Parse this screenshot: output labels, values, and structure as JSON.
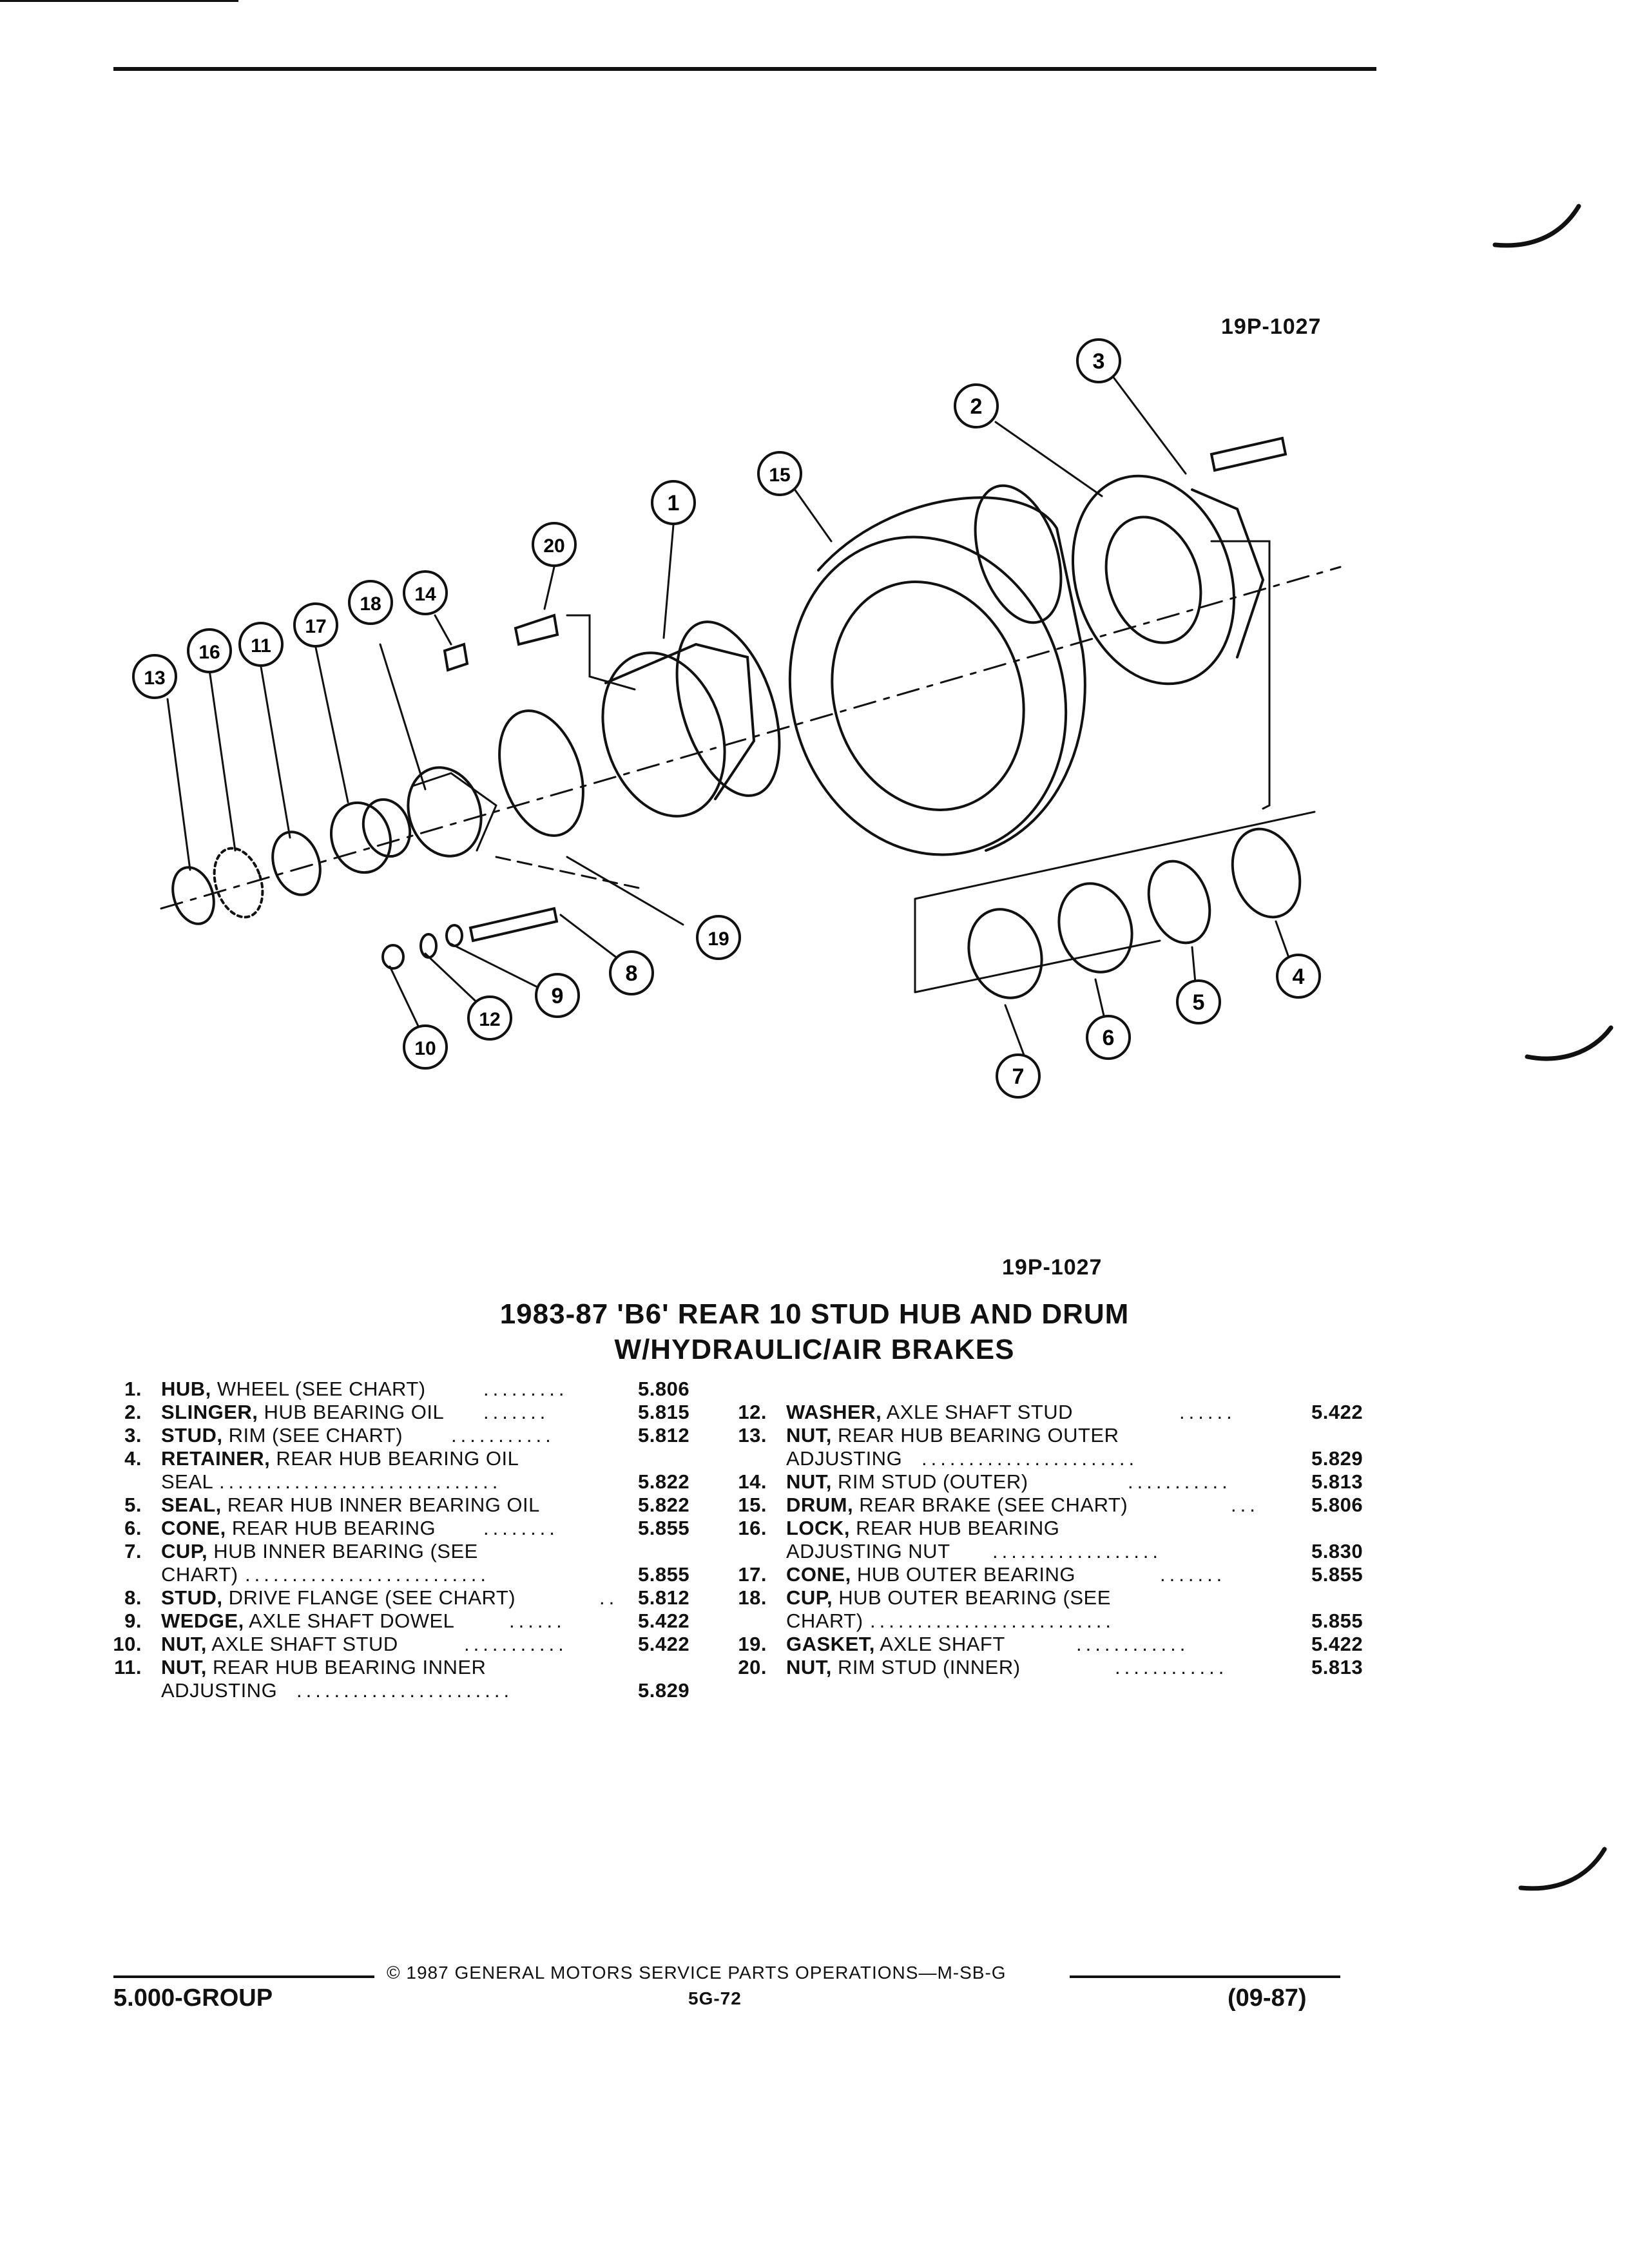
{
  "figure_id_top": "19P-1027",
  "figure_id_bottom": "19P-1027",
  "title_line1": "1983-87 'B6' REAR 10 STUD HUB AND DRUM",
  "title_line2": "W/HYDRAULIC/AIR BRAKES",
  "callout_numbers": [
    "1",
    "2",
    "3",
    "4",
    "5",
    "6",
    "7",
    "8",
    "9",
    "10",
    "11",
    "12",
    "13",
    "14",
    "15",
    "16",
    "17",
    "18",
    "19",
    "20"
  ],
  "left_parts": [
    {
      "num": "1.",
      "name": "HUB,",
      "desc": "WHEEL (SEE CHART)",
      "code": "5.806"
    },
    {
      "num": "2.",
      "name": "SLINGER,",
      "desc": "HUB BEARING OIL",
      "code": "5.815"
    },
    {
      "num": "3.",
      "name": "STUD,",
      "desc": "RIM (SEE CHART)",
      "code": "5.812"
    },
    {
      "num": "4.",
      "name": "RETAINER,",
      "desc": "REAR HUB BEARING OIL",
      "cont": "SEAL",
      "code": "5.822"
    },
    {
      "num": "5.",
      "name": "SEAL,",
      "desc": "REAR HUB INNER BEARING OIL",
      "code": "5.822"
    },
    {
      "num": "6.",
      "name": "CONE,",
      "desc": "REAR HUB BEARING",
      "code": "5.855"
    },
    {
      "num": "7.",
      "name": "CUP,",
      "desc": "HUB INNER BEARING (SEE",
      "cont": "CHART)",
      "code": "5.855"
    },
    {
      "num": "8.",
      "name": "STUD,",
      "desc": "DRIVE FLANGE (SEE CHART)",
      "code": "5.812"
    },
    {
      "num": "9.",
      "name": "WEDGE,",
      "desc": "AXLE SHAFT DOWEL",
      "code": "5.422"
    },
    {
      "num": "10.",
      "name": "NUT,",
      "desc": "AXLE SHAFT STUD",
      "code": "5.422"
    },
    {
      "num": "11.",
      "name": "NUT,",
      "desc": "REAR HUB BEARING INNER",
      "cont": "ADJUSTING",
      "code": "5.829"
    }
  ],
  "right_parts": [
    {
      "num": "12.",
      "name": "WASHER,",
      "desc": "AXLE SHAFT STUD",
      "code": "5.422"
    },
    {
      "num": "13.",
      "name": "NUT,",
      "desc": "REAR HUB BEARING OUTER",
      "cont": "ADJUSTING",
      "code": "5.829"
    },
    {
      "num": "14.",
      "name": "NUT,",
      "desc": "RIM STUD (OUTER)",
      "code": "5.813"
    },
    {
      "num": "15.",
      "name": "DRUM,",
      "desc": "REAR BRAKE (SEE CHART)",
      "code": "5.806"
    },
    {
      "num": "16.",
      "name": "LOCK,",
      "desc": "REAR HUB BEARING",
      "cont": "ADJUSTING NUT",
      "code": "5.830"
    },
    {
      "num": "17.",
      "name": "CONE,",
      "desc": "HUB OUTER BEARING",
      "code": "5.855"
    },
    {
      "num": "18.",
      "name": "CUP,",
      "desc": "HUB OUTER BEARING (SEE",
      "cont": "CHART)",
      "code": "5.855"
    },
    {
      "num": "19.",
      "name": "GASKET,",
      "desc": "AXLE SHAFT",
      "code": "5.422"
    },
    {
      "num": "20.",
      "name": "NUT,",
      "desc": "RIM STUD (INNER)",
      "code": "5.813"
    }
  ],
  "footer": {
    "copyright": "© 1987  GENERAL MOTORS SERVICE PARTS OPERATIONS—M-SB-G",
    "group": "5.000-GROUP",
    "page": "5G-72",
    "date": "(09-87)"
  }
}
